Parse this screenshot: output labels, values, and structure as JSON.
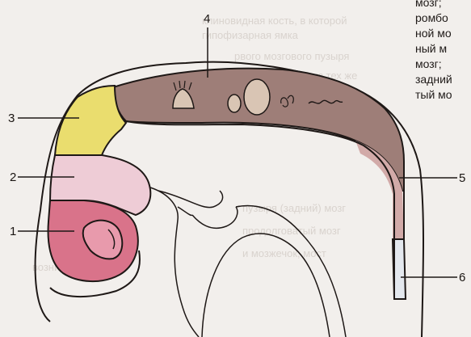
{
  "caption_lines": [
    "мозг;",
    "ромбо",
    "ной мо",
    "ный м",
    "мозг; ",
    "задний",
    "тый мо"
  ],
  "ghost_lines": [
    "клиновидная кость, в которой",
    "гипофизарная ямка",
    "рвого мозгового пузыря",
    "ходящие из тех же",
    "возникают из",
    "пузыря (задний) мозг",
    "продолговатый мозг",
    "и мозжечок, мост"
  ],
  "labels": {
    "l1": "1",
    "l2": "2",
    "l3": "3",
    "l4": "4",
    "l5": "5",
    "l6": "6"
  },
  "colors": {
    "background": "#f2efec",
    "telencephalon": "#d9738a",
    "diencephalon": "#eeccd6",
    "mesencephalon": "#eadd6e",
    "rhombencephalon": "#9e7e78",
    "spinal_cord": "#d2aaa8",
    "spinal_cord_lower": "#e4e8ee",
    "outline": "#1e1816"
  }
}
